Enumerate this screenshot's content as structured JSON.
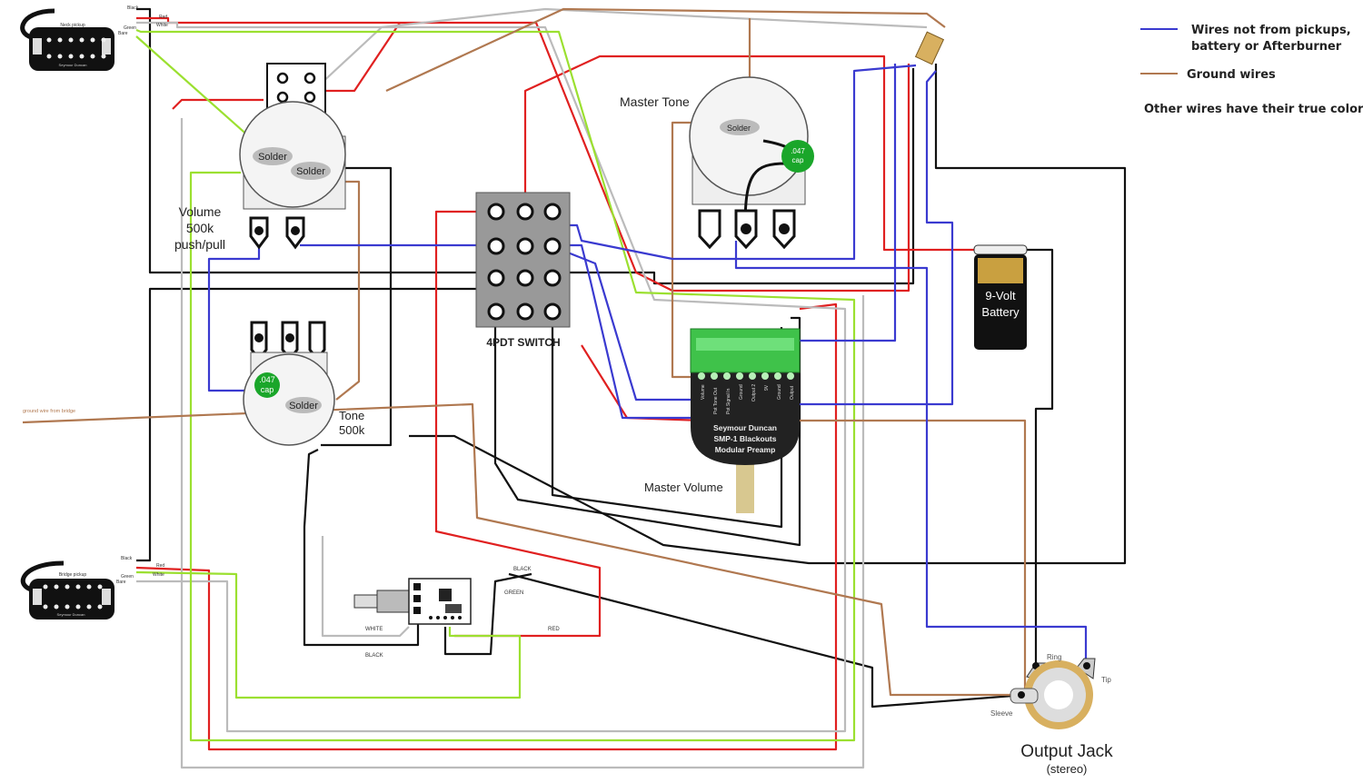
{
  "legend": {
    "items": [
      {
        "text_line1": "Wires not from pickups,",
        "text_line2": "battery or Afterburner",
        "color": "#3a3ad0"
      },
      {
        "text_line1": "Ground wires",
        "color": "#b07850"
      }
    ],
    "note": "Other wires have their true color"
  },
  "colors": {
    "red": "#e02020",
    "black": "#111111",
    "green": "#9be030",
    "white": "#bbbbbb",
    "blue": "#3a3ad0",
    "ground": "#b07850"
  },
  "neck_pickup": {
    "label": "Neck pickup",
    "brand": "Seymour Duncan",
    "wires": [
      "Black",
      "Red",
      "White",
      "Green",
      "Bare"
    ]
  },
  "bridge_pickup": {
    "label": "Bridge pickup",
    "brand": "Seymour Duncan",
    "wires": [
      "Black",
      "Red",
      "White",
      "Green",
      "Bare"
    ]
  },
  "volume_pot": {
    "line1": "Volume",
    "line2": "500k",
    "line3": "push/pull",
    "solder1": "Solder",
    "solder2": "Solder"
  },
  "tone_pot": {
    "line1": "Tone",
    "line2": "500k",
    "solder": "Solder",
    "cap_line1": ".047",
    "cap_line2": "cap"
  },
  "master_tone": {
    "label": "Master Tone",
    "solder": "Solder",
    "cap_line1": ".047",
    "cap_line2": "cap"
  },
  "switch": {
    "label": "4PDT SWITCH"
  },
  "preamp": {
    "line1": "Seymour Duncan",
    "line2": "SMP-1 Blackouts",
    "line3": "Modular Preamp",
    "terminals": [
      "Volume",
      "Pot Tone Out",
      "Pot Signal In",
      "Ground",
      "Output 2",
      "9V",
      "Ground",
      "Output"
    ]
  },
  "master_volume": {
    "label": "Master Volume"
  },
  "battery": {
    "line1": "9-Volt",
    "line2": "Battery"
  },
  "bridge_ground": {
    "label": "ground wire from bridge"
  },
  "afterburner": {
    "wire_black_top": "BLACK",
    "wire_green": "GREEN",
    "wire_red": "RED",
    "wire_white": "WHITE",
    "wire_black_bottom": "BLACK"
  },
  "output_jack": {
    "title": "Output Jack",
    "subtitle": "(stereo)",
    "ring": "Ring",
    "tip": "Tip",
    "sleeve": "Sleeve"
  }
}
